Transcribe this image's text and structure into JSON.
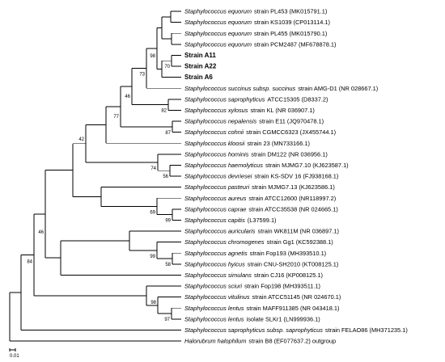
{
  "tree": {
    "leaves": [
      {
        "species": "Staphylococcus equorum",
        "detail": "strain PL453 (MK015791.1)"
      },
      {
        "species": "Staphylococcus equorum",
        "detail": "strain KS1039 (CP013114.1)"
      },
      {
        "species": "Staphylococcus equorum",
        "detail": "strain PL455 (MK015790.1)"
      },
      {
        "species": "Staphylococcus equorum",
        "detail": "strain PCM2487 (MF678878.1)"
      },
      {
        "strain": "Strain A11"
      },
      {
        "strain": "Strain A22"
      },
      {
        "strain": "Strain A6"
      },
      {
        "species": "Staphylococcus succinus subsp. succinus",
        "detail": "strain AMG-D1 (NR 028667.1)"
      },
      {
        "species": "Staphylococcus saprophyticus",
        "detail": "ATCC15305 (D8337.2)"
      },
      {
        "species": "Staphylococcus xylosus",
        "detail": "strain KL (NR 036907.1)"
      },
      {
        "species": "Staphylococcus nepalensis",
        "detail": "strain E11 (JQ970478.1)"
      },
      {
        "species": "Staphylococcus cohnii",
        "detail": "strain CGMCC6323 (JX455744.1)"
      },
      {
        "species": "Staphylococcus kloosii",
        "detail": "strain 23 (MN733166.1)"
      },
      {
        "species": "Staphylococcus hominis",
        "detail": "strain DM122 (NR 036956.1)"
      },
      {
        "species": "Staphylococcus haemolyticus",
        "detail": "strain MJMG7.10 (KJ623587.1)"
      },
      {
        "species": "Staphylococcus devriesei",
        "detail": "strain KS-SDV 16 (FJ938168.1)"
      },
      {
        "species": "Staphylococcus pasteuri",
        "detail": "strain MJMG7.13 (KJ623586.1)"
      },
      {
        "species": "Staphylococcus aureus",
        "detail": "strain ATCC12600 (NR118997.2)"
      },
      {
        "species": "Staphylococcus caprae",
        "detail": "strain ATCC35538 (NR 024665.1)"
      },
      {
        "species": "Staphylococcus capitis",
        "detail": "(L37599.1)"
      },
      {
        "species": "Staphylococcus auricularis",
        "detail": "strain WK811M (NR 036897.1)"
      },
      {
        "species": "Staphylococcus chromogenes",
        "detail": "strain Gg1 (KC592388.1)"
      },
      {
        "species": "Staphylococcus agnetis",
        "detail": "strain Fop193 (MH393510.1)"
      },
      {
        "species": "Staphylococcus hyicus",
        "detail": "strain CNU-SH2010 (KT008125.1)"
      },
      {
        "species": "Staphylococcus simulans",
        "detail": "strain CJ16 (KP008125.1)"
      },
      {
        "species": "Staphylococcus sciuri",
        "detail": "strain Fop198 (MH393511.1)"
      },
      {
        "species": "Staphylococcus vitulinus",
        "detail": "strain ATCC51145 (NR 024670.1)"
      },
      {
        "species": "Staphylococcus lentus",
        "detail": "strain MAFF911385 (NR 043418.1)"
      },
      {
        "species": "Staphylococcus lentus",
        "detail": "isolate SLKr1 (LN999936.1)"
      },
      {
        "species": "Staphylococcus saprophyticus subsp. saprophyticus",
        "detail": "strain FELAO86 (MH371235.1)"
      },
      {
        "species": "Halorubrum halophilum",
        "detail": "strain B8 (EF077637.2) outgroup"
      }
    ],
    "bootstrap": [
      "98",
      "70",
      "73",
      "82",
      "46",
      "87",
      "77",
      "42",
      "74",
      "56",
      "69",
      "99",
      "99",
      "58",
      "46",
      "84",
      "98",
      "97"
    ],
    "scale_label": "0.01"
  }
}
